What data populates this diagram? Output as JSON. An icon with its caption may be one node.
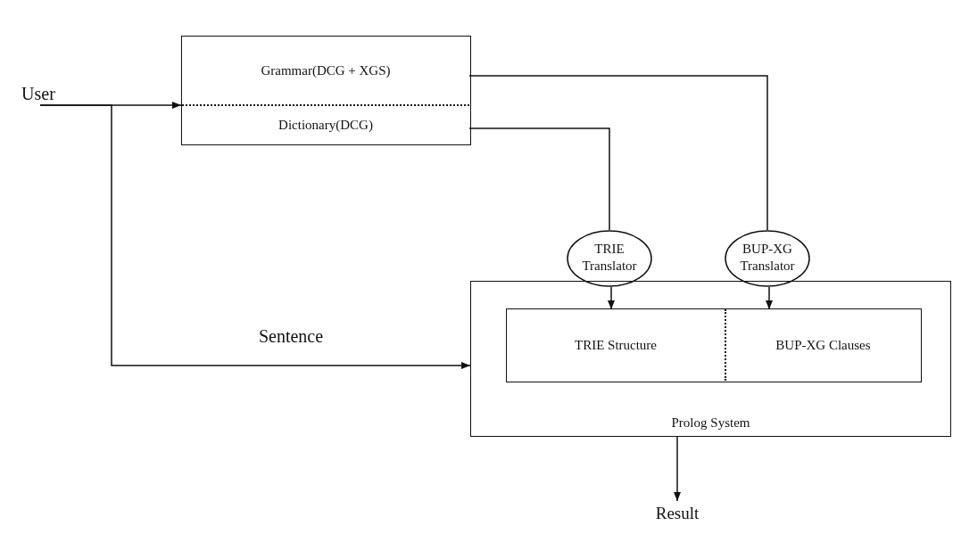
{
  "diagram": {
    "nodes": [
      {
        "text": [
          "User"
        ]
      },
      {
        "text": [],
        "shape": "box"
      },
      {
        "text": [
          "Grammar(DCG + XGS)"
        ],
        "in": 1
      },
      {
        "text": [
          "Dictionary(DCG)"
        ],
        "in": 1
      },
      {
        "text": [
          "TRIE Translator"
        ]
      },
      {
        "text": [
          "BUP-XG Translator"
        ]
      },
      {
        "text": [
          "Prolog System"
        ]
      },
      {
        "text": [],
        "shape": "box",
        "in": 6
      },
      {
        "text": [
          "TRIE Structure"
        ],
        "in": 7
      },
      {
        "text": [
          "BUP-XG Clauses"
        ],
        "in": 7
      },
      {
        "text": [
          "Result"
        ]
      }
    ],
    "edges": [
      {
        "from": 0,
        "to": 1,
        "arrow": "to"
      },
      {
        "from": 0,
        "to": 6,
        "arrow": "to",
        "label": "Sentence"
      },
      {
        "from": 2,
        "to": 5,
        "arrow": "none"
      },
      {
        "from": 3,
        "to": 4,
        "arrow": "none"
      },
      {
        "from": 4,
        "to": 8,
        "arrow": "to"
      },
      {
        "from": 5,
        "to": 9,
        "arrow": "to"
      },
      {
        "from": 6,
        "to": 10,
        "arrow": "to"
      }
    ]
  }
}
